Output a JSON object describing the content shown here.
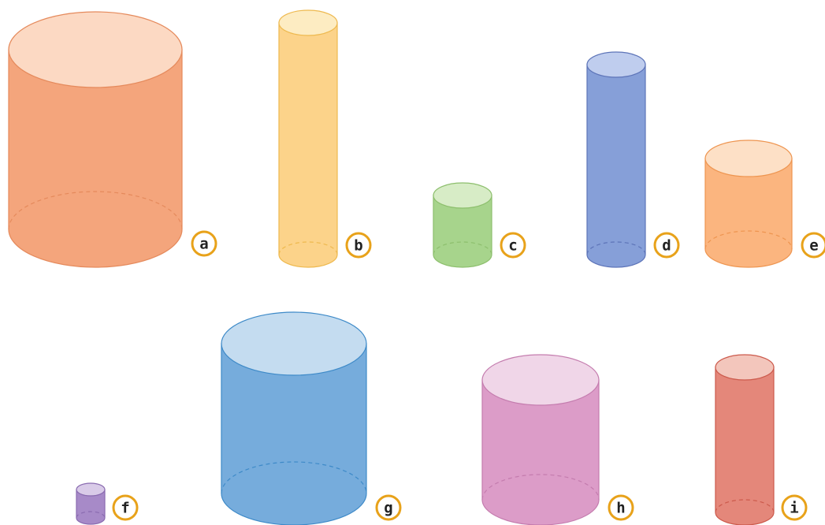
{
  "cylinders": [
    {
      "id": "a",
      "label": "a",
      "body_color": "#f4a57c",
      "top_color": "#fcd9c3",
      "edge_color": "#e58a5c"
    },
    {
      "id": "b",
      "label": "b",
      "body_color": "#fcd38a",
      "top_color": "#fdecc2",
      "edge_color": "#eeb94f"
    },
    {
      "id": "c",
      "label": "c",
      "body_color": "#a7d48c",
      "top_color": "#d7ecc6",
      "edge_color": "#8dbf6d"
    },
    {
      "id": "d",
      "label": "d",
      "body_color": "#869fd8",
      "top_color": "#bfcdee",
      "edge_color": "#5d74b8"
    },
    {
      "id": "e",
      "label": "e",
      "body_color": "#fbb57f",
      "top_color": "#fde0c6",
      "edge_color": "#ee9550"
    },
    {
      "id": "f",
      "label": "f",
      "body_color": "#a78ac8",
      "top_color": "#d9cbe8",
      "edge_color": "#8a6bb0"
    },
    {
      "id": "g",
      "label": "g",
      "body_color": "#76acdc",
      "top_color": "#c4dcf0",
      "edge_color": "#3e8ac8"
    },
    {
      "id": "h",
      "label": "h",
      "body_color": "#dc9cc8",
      "top_color": "#f0d6e8",
      "edge_color": "#c47cae"
    },
    {
      "id": "i",
      "label": "i",
      "body_color": "#e4877a",
      "top_color": "#f3c6bc",
      "edge_color": "#cc5a4c"
    }
  ],
  "badge": {
    "ring_color": "#e8a21a",
    "fill_color": "#ffffff"
  }
}
